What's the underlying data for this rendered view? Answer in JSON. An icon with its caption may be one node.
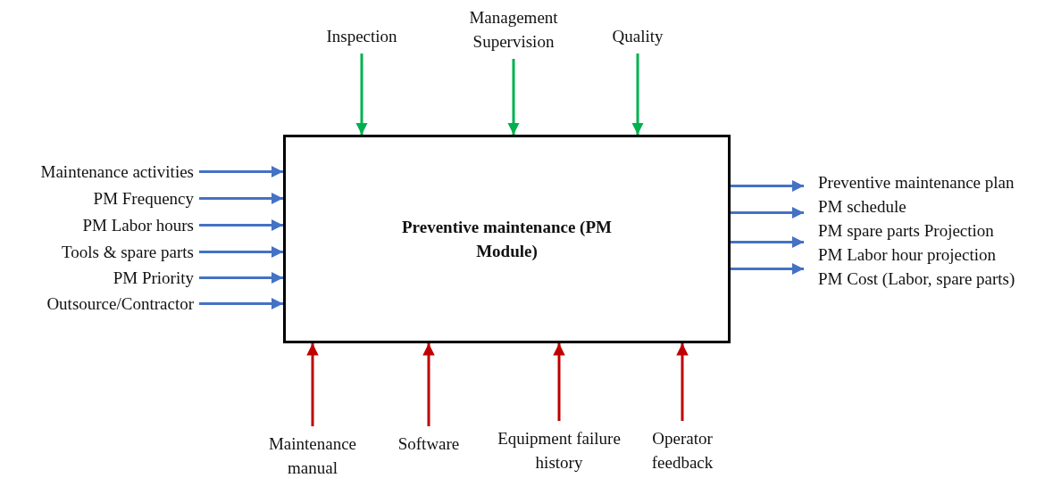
{
  "diagram": {
    "nodes": [
      {
        "text": [
          "Preventive maintenance (PM Module)"
        ]
      },
      {
        "text": [
          "Inspection"
        ]
      },
      {
        "text": [
          "Management Supervision"
        ]
      },
      {
        "text": [
          "Quality"
        ]
      },
      {
        "text": [
          "Maintenance activities"
        ]
      },
      {
        "text": [
          "PM Frequency"
        ]
      },
      {
        "text": [
          "PM Labor hours"
        ]
      },
      {
        "text": [
          "Tools & spare parts"
        ]
      },
      {
        "text": [
          "PM Priority"
        ]
      },
      {
        "text": [
          "Outsource/Contractor"
        ]
      },
      {
        "text": [
          "Preventive maintenance plan"
        ]
      },
      {
        "text": [
          "PM schedule"
        ]
      },
      {
        "text": [
          "PM spare parts Projection"
        ]
      },
      {
        "text": [
          "PM Labor hour projection"
        ]
      },
      {
        "text": [
          "Maintenance manual"
        ]
      },
      {
        "text": [
          "Software"
        ]
      },
      {
        "text": [
          "Equipment failure history"
        ]
      },
      {
        "text": [
          "Operator feedback"
        ]
      }
    ],
    "edges": [
      {
        "from": 1,
        "to": 0,
        "arrow": "to",
        "color": "#00b050"
      },
      {
        "from": 2,
        "to": 0,
        "arrow": "to",
        "color": "#00b050"
      },
      {
        "from": 3,
        "to": 0,
        "arrow": "to",
        "color": "#00b050"
      },
      {
        "from": 4,
        "to": 0,
        "arrow": "to"
      },
      {
        "from": 5,
        "to": 0,
        "arrow": "to"
      },
      {
        "from": 6,
        "to": 0,
        "arrow": "to"
      },
      {
        "from": 7,
        "to": 0,
        "arrow": "to"
      },
      {
        "from": 8,
        "to": 0,
        "arrow": "to"
      },
      {
        "from": 9,
        "to": 0,
        "arrow": "to"
      },
      {
        "from": 0,
        "to": 10,
        "arrow": "to"
      },
      {
        "from": 0,
        "to": 11,
        "arrow": "to"
      },
      {
        "from": 0,
        "to": 12,
        "arrow": "to"
      },
      {
        "from": 0,
        "to": 13,
        "arrow": "to"
      },
      {
        "from": 14,
        "to": 0,
        "arrow": "to",
        "color": "#c00000"
      },
      {
        "from": 15,
        "to": 0,
        "arrow": "to",
        "color": "#c00000"
      },
      {
        "from": 16,
        "to": 0,
        "arrow": "to",
        "color": "#c00000"
      },
      {
        "from": 17,
        "to": 0,
        "arrow": "to",
        "color": "#c00000"
      }
    ],
    "labels": [
      "PM Cost (Labor, spare parts)"
    ]
  }
}
